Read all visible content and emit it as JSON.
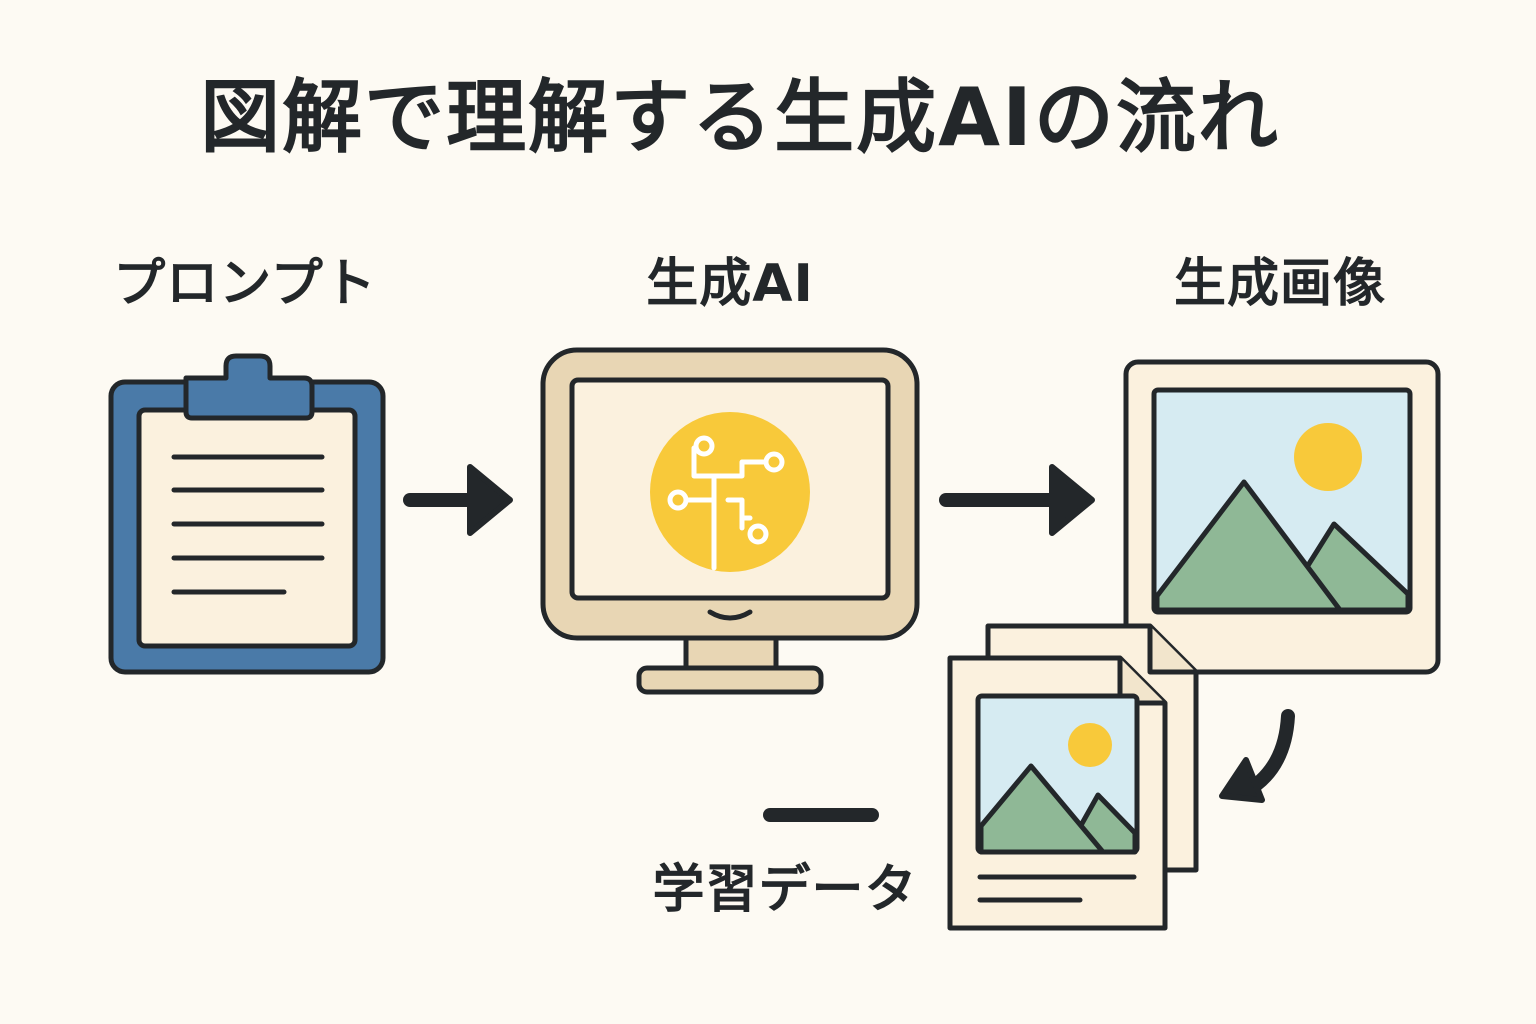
{
  "title": "図解で理解する生成AIの流れ",
  "nodes": {
    "prompt": {
      "label": "プロンプト",
      "icon": "clipboard-icon"
    },
    "ai": {
      "label": "生成AI",
      "icon": "monitor-ai-icon"
    },
    "image": {
      "label": "生成画像",
      "icon": "picture-icon"
    },
    "training": {
      "label": "学習データ",
      "icon": "document-stack-icon"
    }
  },
  "colors": {
    "background": "#fdfaf3",
    "ink": "#23272a",
    "clipboard_blue": "#4a7aa8",
    "paper": "#fbf1de",
    "monitor_tan": "#e8d6b4",
    "ai_yellow": "#f8c93a",
    "sky": "#d6ebf2",
    "mountain_green": "#8fb896"
  }
}
